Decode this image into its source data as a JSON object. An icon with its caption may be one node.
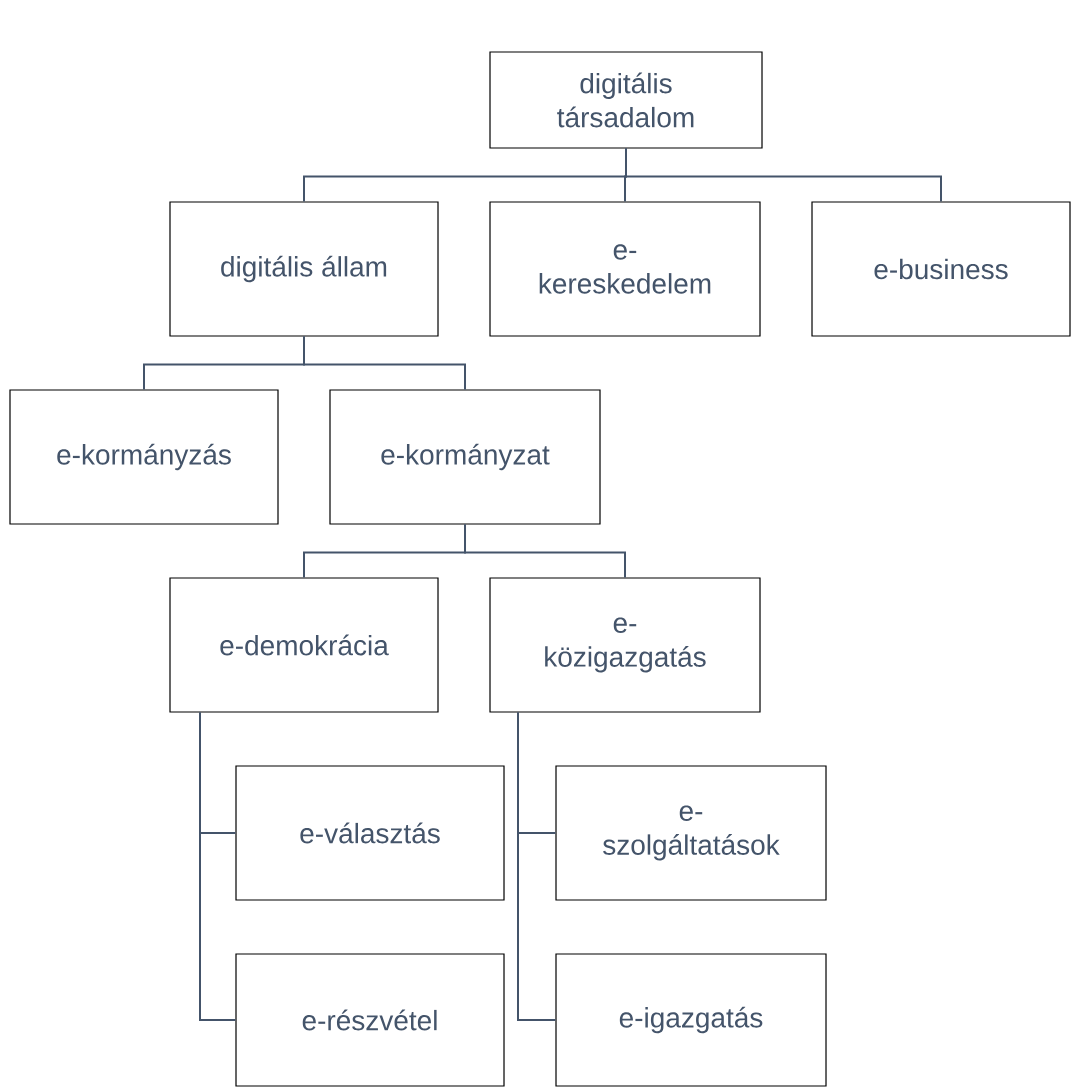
{
  "diagram": {
    "nodes": [
      {
        "text": [
          "digitális társadalom"
        ]
      },
      {
        "text": [
          "digitális állam"
        ]
      },
      {
        "text": [
          "e-kereskedelem"
        ]
      },
      {
        "text": [
          "e-business"
        ]
      },
      {
        "text": [
          "e-kormányzás"
        ]
      },
      {
        "text": [
          "e-kormányzat"
        ]
      },
      {
        "text": [
          "e-demokrácia"
        ]
      },
      {
        "text": [
          "e-közigazgatás"
        ]
      },
      {
        "text": [
          "e-választás"
        ]
      },
      {
        "text": [
          "e-szolgáltatások"
        ]
      },
      {
        "text": [
          "e-részvétel"
        ]
      },
      {
        "text": [
          "e-igazgatás"
        ]
      }
    ],
    "edges": [
      {
        "from": 0,
        "to": 1,
        "arrow": "none"
      },
      {
        "from": 0,
        "to": 2,
        "arrow": "none"
      },
      {
        "from": 0,
        "to": 3,
        "arrow": "none"
      },
      {
        "from": 1,
        "to": 4,
        "arrow": "none"
      },
      {
        "from": 1,
        "to": 5,
        "arrow": "none"
      },
      {
        "from": 5,
        "to": 6,
        "arrow": "none"
      },
      {
        "from": 5,
        "to": 7,
        "arrow": "none"
      },
      {
        "from": 6,
        "to": 8,
        "arrow": "none"
      },
      {
        "from": 6,
        "to": 10,
        "arrow": "none"
      },
      {
        "from": 7,
        "to": 9,
        "arrow": "none"
      },
      {
        "from": 7,
        "to": 11,
        "arrow": "none"
      }
    ]
  }
}
